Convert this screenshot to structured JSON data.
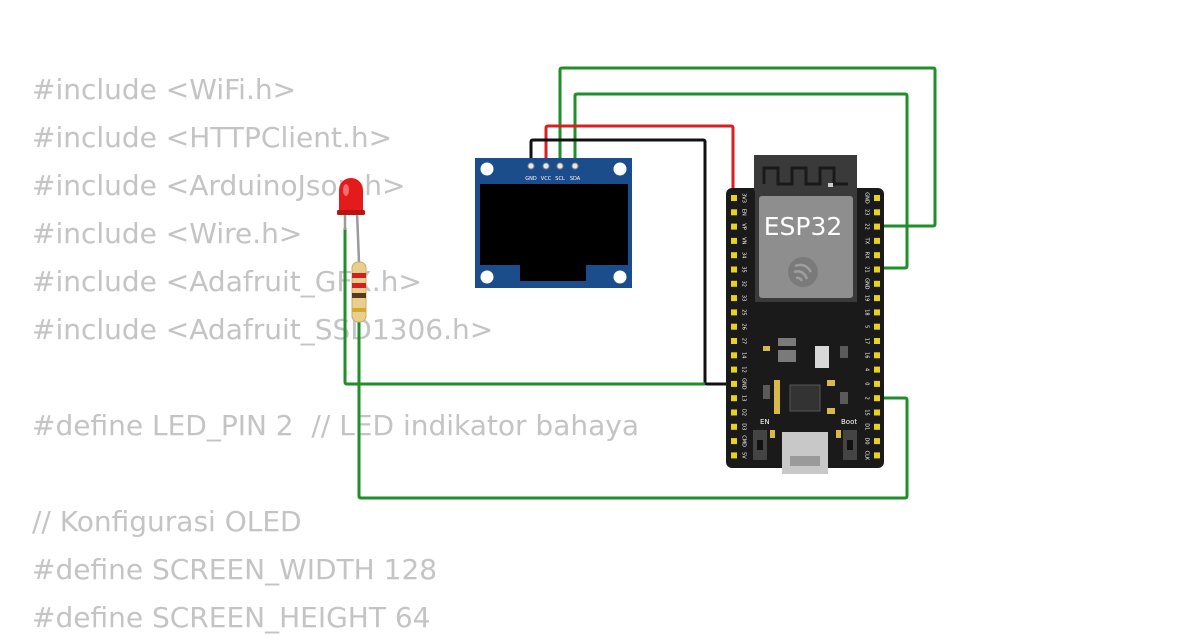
{
  "code_lines": [
    "#include <WiFi.h>",
    "#include <HTTPClient.h>",
    "#include <ArduinoJson.h>",
    "#include <Wire.h>",
    "#include <Adafruit_GFX.h>",
    "#include <Adafruit_SSD1306.h>",
    "",
    "#define LED_PIN 2  // LED indikator bahaya",
    "",
    "// Konfigurasi OLED",
    "#define SCREEN_WIDTH 128",
    "#define SCREEN_HEIGHT 64"
  ],
  "oled": {
    "pins": [
      "GND",
      "VCC",
      "SCL",
      "SDA"
    ]
  },
  "esp32": {
    "title": "ESP32",
    "en_label": "EN",
    "boot_label": "Boot",
    "left_pins": [
      "3V3",
      "EN",
      "VP",
      "VN",
      "34",
      "35",
      "32",
      "33",
      "25",
      "26",
      "27",
      "14",
      "12",
      "GND",
      "13",
      "D2",
      "D3",
      "CMD",
      "5V"
    ],
    "right_pins": [
      "GND",
      "23",
      "22",
      "TX",
      "RX",
      "21",
      "GND",
      "19",
      "18",
      "5",
      "17",
      "16",
      "4",
      "0",
      "2",
      "15",
      "D1",
      "D0",
      "CLK"
    ]
  },
  "colors": {
    "wire_green": "#1f8f2a",
    "wire_red": "#d91f1f",
    "wire_black": "#111111",
    "oled_pcb": "#1b4c8c",
    "board": "#1a1a1a",
    "pin_gold": "#e8d21f",
    "led_red": "#e31b1b",
    "code_text": "#c4c4c4"
  }
}
